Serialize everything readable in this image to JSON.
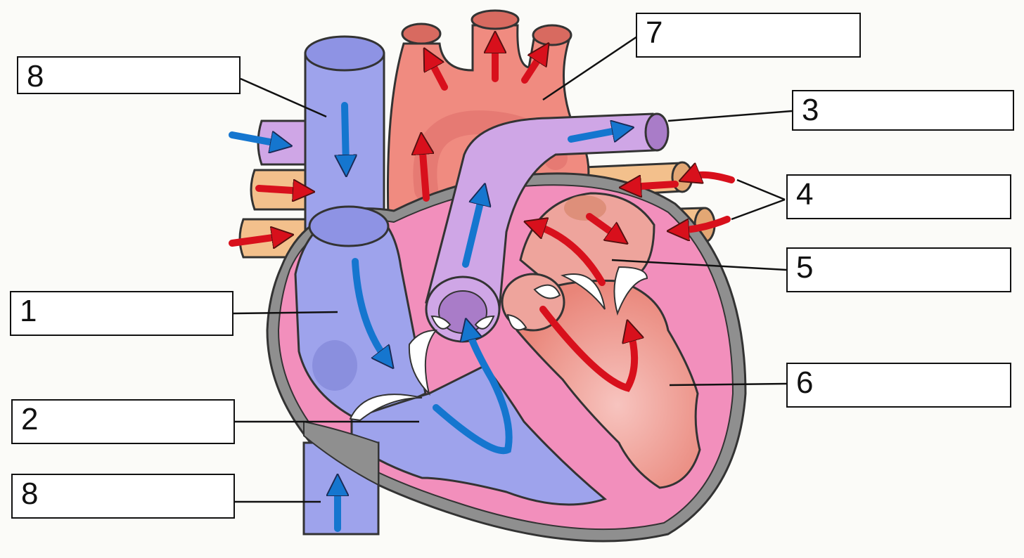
{
  "diagram": {
    "colors": {
      "deoxygenated": "#9ea3ec",
      "deoxygenated_dark": "#7f84dc",
      "oxygenated": "#f08b80",
      "pulmonary_artery": "#cfa6e6",
      "pulmonary_vein": "#f3c08c",
      "wall": "#f28fbc",
      "pericardium": "#8f8f8f",
      "arrow_blue": "#1576cf",
      "arrow_red": "#d8101c",
      "outline": "#333333"
    },
    "labels": [
      {
        "id": "8a",
        "number": "8"
      },
      {
        "id": "7",
        "number": "7"
      },
      {
        "id": "3",
        "number": "3"
      },
      {
        "id": "4",
        "number": "4"
      },
      {
        "id": "5",
        "number": "5"
      },
      {
        "id": "1",
        "number": "1"
      },
      {
        "id": "6",
        "number": "6"
      },
      {
        "id": "2",
        "number": "2"
      },
      {
        "id": "8b",
        "number": "8"
      }
    ]
  }
}
